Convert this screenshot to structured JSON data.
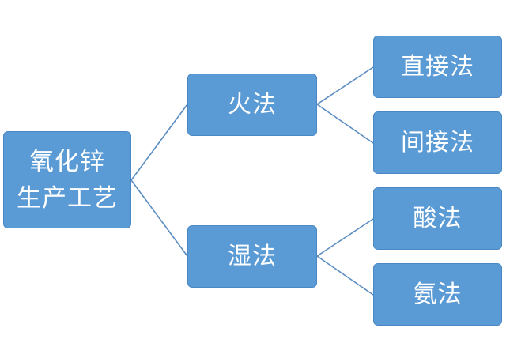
{
  "colors": {
    "node_fill": "#5b9bd5",
    "node_border": "#4a88c4",
    "connector": "#5a8cc2",
    "text": "#ffffff",
    "background": "#ffffff"
  },
  "diagram": {
    "root": {
      "line1": "氧化锌",
      "line2": "生产工艺"
    },
    "branches": [
      {
        "label": "火法",
        "children": [
          "直接法",
          "间接法"
        ]
      },
      {
        "label": "湿法",
        "children": [
          "酸法",
          "氨法"
        ]
      }
    ]
  }
}
